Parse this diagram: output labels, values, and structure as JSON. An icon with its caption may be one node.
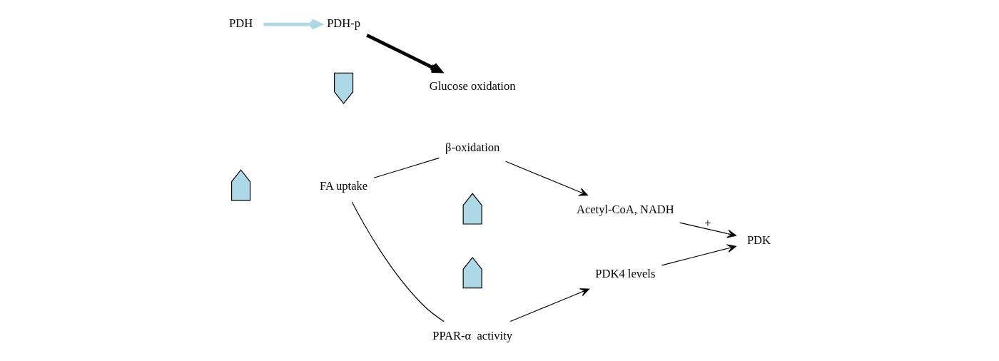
{
  "diagram": {
    "nodes": [
      {
        "text": [],
        "shape": "uparrow"
      },
      {
        "text": [
          "FA uptake"
        ]
      },
      {
        "text": [
          "β-oxidation"
        ]
      },
      {
        "text": [
          "PPAR-α  activity"
        ]
      },
      {
        "text": [],
        "shape": "uparrow"
      },
      {
        "text": [
          "Acetyl-CoA, NADH"
        ]
      },
      {
        "text": [],
        "shape": "uparrow"
      },
      {
        "text": [
          "PDK4 levels"
        ]
      },
      {
        "text": [
          "PDK"
        ]
      },
      {
        "text": [
          "PDH"
        ]
      },
      {
        "text": [
          "PDH-p"
        ]
      },
      {
        "text": [],
        "shape": "downarrow"
      },
      {
        "text": [
          "Glucose oxidation"
        ]
      }
    ],
    "edges": [
      {
        "from": 1,
        "to": 2,
        "arrow": "none"
      },
      {
        "from": 1,
        "to": 3,
        "arrow": "none"
      },
      {
        "from": 2,
        "to": 5,
        "arrow": "to"
      },
      {
        "from": 3,
        "to": 7,
        "arrow": "to"
      },
      {
        "from": 5,
        "to": 8,
        "arrow": "to",
        "label": "+"
      },
      {
        "from": 7,
        "to": 8,
        "arrow": "to"
      },
      {
        "from": 9,
        "to": 10,
        "arrow": "to",
        "style": "thick",
        "color": "#add8e6"
      },
      {
        "from": 10,
        "to": 12,
        "arrow": "to",
        "style": "thick"
      }
    ]
  }
}
